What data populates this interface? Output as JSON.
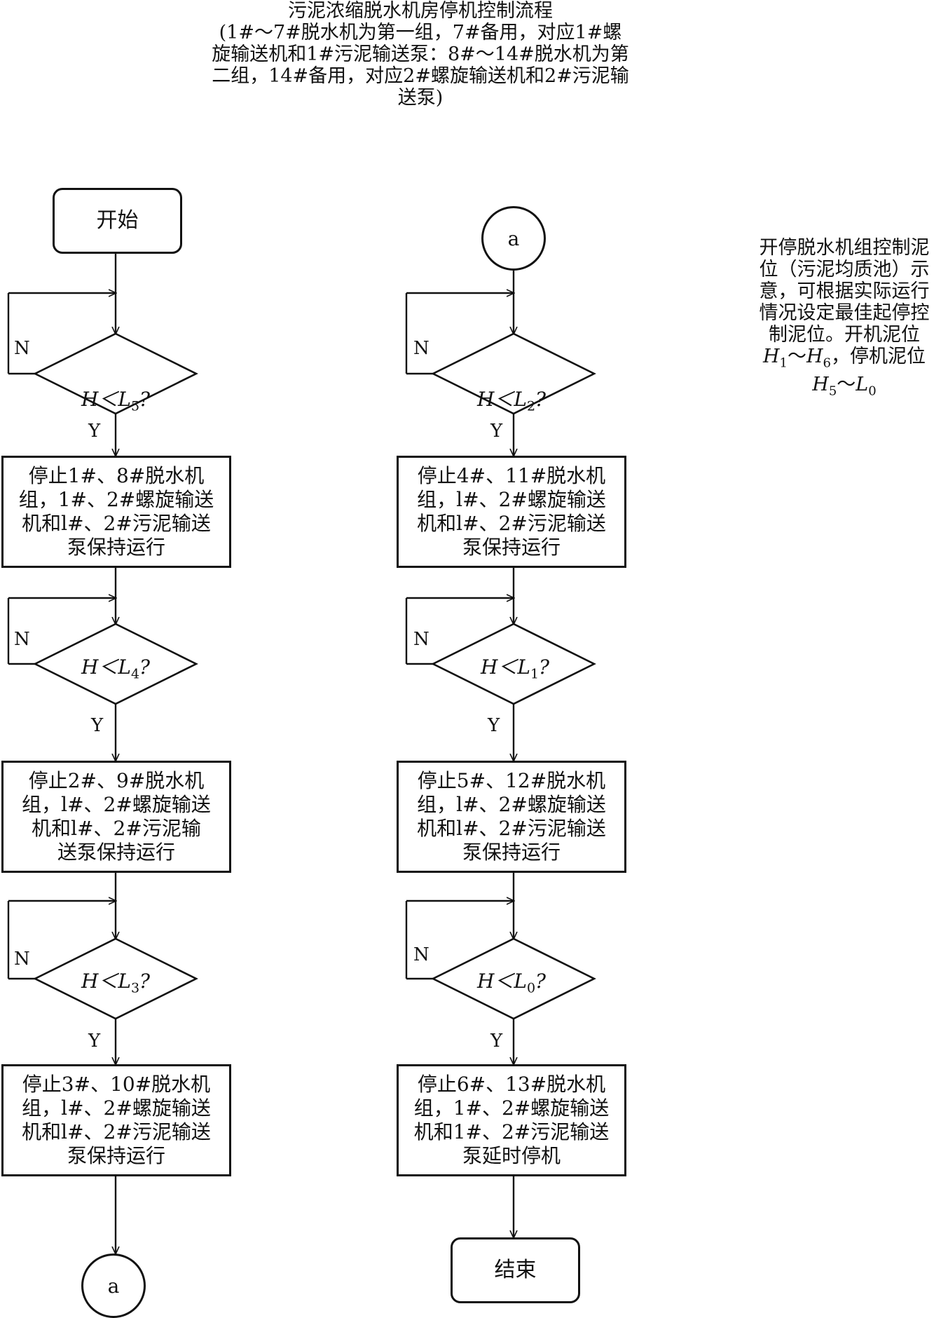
{
  "title": {
    "line1": "污泥浓缩脱水机房停机控制流程",
    "line2": "(1#～7#脱水机为第一组，7#备用，对应1#螺",
    "line3": "旋输送机和1#污泥输送泵：8#～14#脱水机为第",
    "line4": "二组，14#备用，对应2#螺旋输送机和2#污泥输",
    "line5": "送泵)"
  },
  "note": {
    "line1": "开停脱水机组控制泥",
    "line2": "位（污泥均质池）示",
    "line3": "意，可根据实际运行",
    "line4": "情况设定最佳起停控",
    "line5": "制泥位。开机泥位",
    "h1": "H",
    "h1_sub": "1",
    "tilde1": "～",
    "h6": "H",
    "h6_sub": "6",
    "line6_tail": "，停机泥位",
    "h5": "H",
    "h5_sub": "5",
    "tilde2": "～",
    "l0": "L",
    "l0_sub": "0"
  },
  "start": "开始",
  "end": "结束",
  "connector": "a",
  "yes": "Y",
  "no": "N",
  "decision_prefix": "H＜",
  "decision_var": "L",
  "decision_suffix": "?",
  "left_column": {
    "decisions": [
      {
        "sub": "5"
      },
      {
        "sub": "4"
      },
      {
        "sub": "3"
      }
    ],
    "processes": [
      [
        "停止1#、8#脱水机",
        "组，1#、2#螺旋输送",
        "机和l#、2#污泥输送",
        "泵保持运行"
      ],
      [
        "停止2#、9#脱水机",
        "组，l#、2#螺旋输送",
        "机和l#、2#污泥输",
        "送泵保持运行"
      ],
      [
        "停止3#、10#脱水机",
        "组，l#、2#螺旋输送",
        "机和l#、2#污泥输送",
        "泵保持运行"
      ]
    ]
  },
  "right_column": {
    "decisions": [
      {
        "sub": "2"
      },
      {
        "sub": "1"
      },
      {
        "sub": "0"
      }
    ],
    "processes": [
      [
        "停止4#、11#脱水机",
        "组，l#、2#螺旋输送",
        "机和l#、2#污泥输送",
        "泵保持运行"
      ],
      [
        "停止5#、12#脱水机",
        "组，l#、2#螺旋输送",
        "机和l#、2#污泥输送",
        "泵保持运行"
      ],
      [
        "停止6#、13#脱水机",
        "组，1#、2#螺旋输送",
        "机和1#、2#污泥输送",
        "泵延时停机"
      ]
    ]
  }
}
